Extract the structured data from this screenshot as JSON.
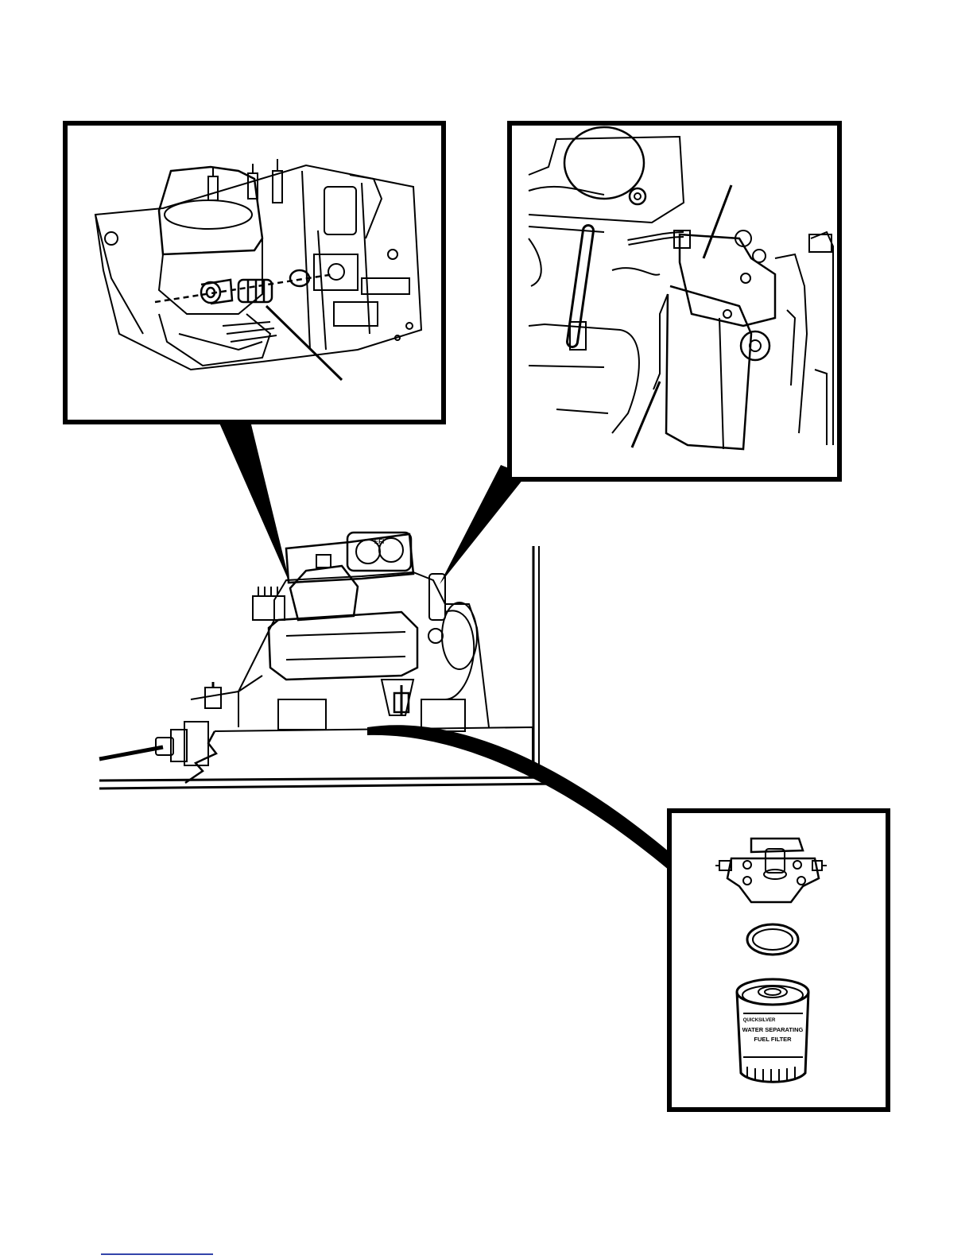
{
  "diagram": {
    "filter_brand_text": "QUICKSILVER",
    "filter_label_line1": "WATER SEPARATING",
    "filter_label_line2": "FUEL FILTER",
    "engine_badge_text": "EFI"
  },
  "colors": {
    "ink": "#000000",
    "paper": "#ffffff",
    "footer_rule": "#3344aa"
  }
}
